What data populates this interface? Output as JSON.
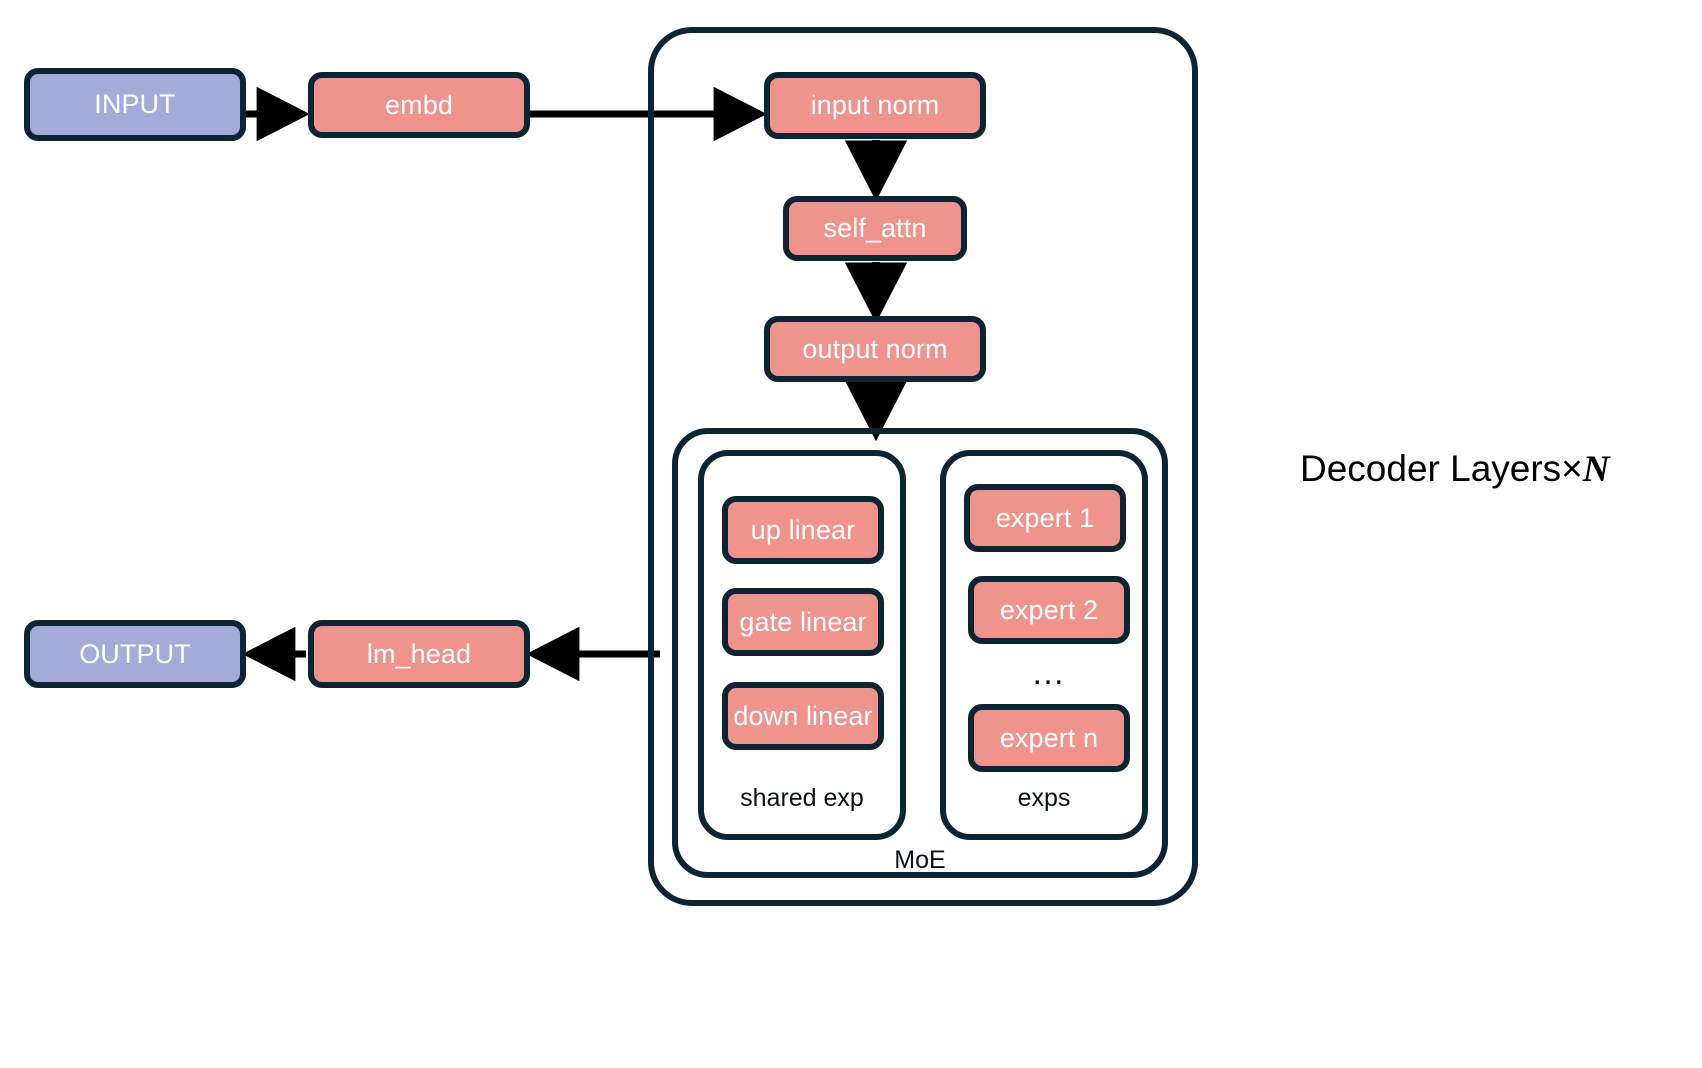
{
  "diagram": {
    "title_label": "Decoder Layers×",
    "title_suffix": "N",
    "colors": {
      "io_fill": "#a3acd9",
      "module_fill": "#ef948c",
      "stroke": "#0d2433",
      "text_on_fill": "#ffffff",
      "background": "#ffffff"
    },
    "io_nodes": {
      "input": "INPUT",
      "output": "OUTPUT"
    },
    "pipeline_nodes": {
      "embd": "embd",
      "lm_head": "lm_head"
    },
    "decoder": {
      "input_norm": "input norm",
      "self_attn": "self_attn",
      "output_norm": "output norm"
    },
    "moe": {
      "group_label": "MoE",
      "shared_expert": {
        "caption": "shared exp",
        "layers": [
          "up linear",
          "gate linear",
          "down linear"
        ]
      },
      "routed_experts": {
        "caption": "exps",
        "experts": [
          "expert 1",
          "expert 2",
          "expert n"
        ],
        "ellipsis": "…"
      }
    }
  }
}
